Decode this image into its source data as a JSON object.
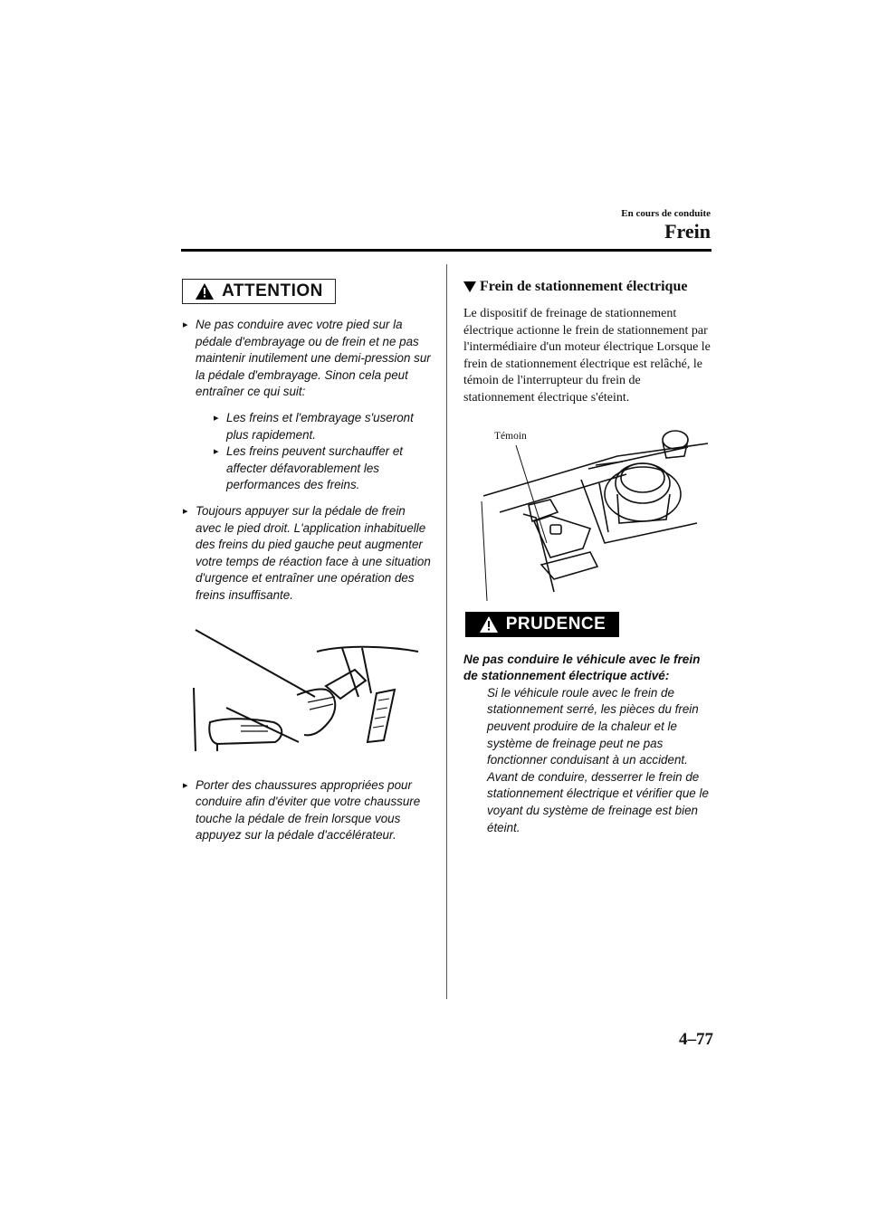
{
  "header": {
    "section": "En cours de conduite",
    "title": "Frein"
  },
  "attention": {
    "label": "ATTENTION",
    "items": [
      "Ne pas conduire avec votre pied sur la pédale d'embrayage ou de frein et ne pas maintenir inutilement une demi-pression sur la pédale d'embrayage. Sinon cela peut entraîner ce qui suit:",
      "Toujours appuyer sur la pédale de frein avec le pied droit. L'application inhabituelle des freins du pied gauche peut augmenter votre temps de réaction face à une situation d'urgence et entraîner une opération des freins insuffisante.",
      "Porter des chaussures appropriées pour conduire afin d'éviter que votre chaussure touche la pédale de frein lorsque vous appuyez sur la pédale d'accélérateur."
    ],
    "sub_items": [
      "Les freins et l'embrayage s'useront plus rapidement.",
      "Les freins peuvent surchauffer et affecter défavorablement les performances des freins."
    ]
  },
  "parking_brake": {
    "title": "Frein de stationnement électrique",
    "body": "Le dispositif de freinage de stationnement électrique actionne le frein de stationnement par l'intermédiaire d'un moteur électrique Lorsque le frein de stationnement électrique est relâché, le témoin de l'interrupteur du frein de stationnement électrique s'éteint.",
    "figure_label": "Témoin"
  },
  "prudence": {
    "label": "PRUDENCE",
    "heading": "Ne pas conduire le véhicule avec le frein de stationnement électrique activé:",
    "body": "Si le véhicule roule avec le frein de stationnement serré, les pièces du frein peuvent produire de la chaleur et le système de freinage peut ne pas fonctionner conduisant à un accident. Avant de conduire, desserrer le frein de stationnement électrique et vérifier que le voyant du système de freinage est bien éteint."
  },
  "page": {
    "number": "4–77"
  }
}
